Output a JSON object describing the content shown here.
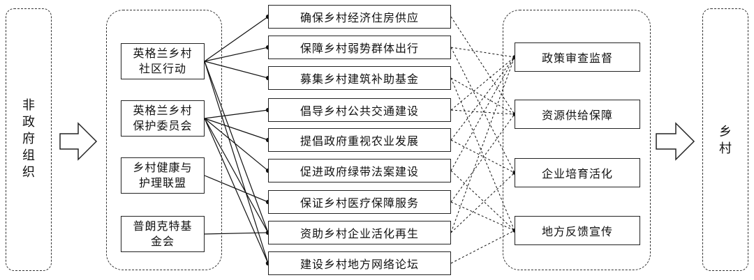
{
  "left_label": "非政府组织",
  "right_label": "乡村",
  "organizations": [
    {
      "id": "org1",
      "label": "英格兰乡村社区行动"
    },
    {
      "id": "org2",
      "label": "英格兰乡村保护委员会"
    },
    {
      "id": "org3",
      "label": "乡村健康与护理联盟"
    },
    {
      "id": "org4",
      "label": "普朗克特基金会"
    }
  ],
  "actions": [
    {
      "id": "a1",
      "label": "确保乡村经济住房供应"
    },
    {
      "id": "a2",
      "label": "保障乡村弱势群体出行"
    },
    {
      "id": "a3",
      "label": "募集乡村建筑补助基金"
    },
    {
      "id": "a4",
      "label": "倡导乡村公共交通建设"
    },
    {
      "id": "a5",
      "label": "提倡政府重视农业发展"
    },
    {
      "id": "a6",
      "label": "促进政府绿带法案建设"
    },
    {
      "id": "a7",
      "label": "保证乡村医疗保障服务"
    },
    {
      "id": "a8",
      "label": "资助乡村企业活化再生"
    },
    {
      "id": "a9",
      "label": "建设乡村地方网络论坛"
    }
  ],
  "mechanisms": [
    {
      "id": "m1",
      "label": "政策审查监督"
    },
    {
      "id": "m2",
      "label": "资源供给保障"
    },
    {
      "id": "m3",
      "label": "企业培育活化"
    },
    {
      "id": "m4",
      "label": "地方反馈宣传"
    }
  ],
  "org_action_links": [
    [
      "org1",
      "a1"
    ],
    [
      "org1",
      "a2"
    ],
    [
      "org1",
      "a3"
    ],
    [
      "org1",
      "a8"
    ],
    [
      "org1",
      "a9"
    ],
    [
      "org2",
      "a4"
    ],
    [
      "org2",
      "a5"
    ],
    [
      "org2",
      "a6"
    ],
    [
      "org2",
      "a8"
    ],
    [
      "org2",
      "a9"
    ],
    [
      "org3",
      "a7"
    ],
    [
      "org4",
      "a8"
    ]
  ],
  "action_mechanism_links": [
    [
      "a1",
      "m2"
    ],
    [
      "a2",
      "m1"
    ],
    [
      "a2",
      "m3"
    ],
    [
      "a3",
      "m2"
    ],
    [
      "a3",
      "m4"
    ],
    [
      "a4",
      "m1"
    ],
    [
      "a4",
      "m2"
    ],
    [
      "a5",
      "m1"
    ],
    [
      "a5",
      "m3"
    ],
    [
      "a6",
      "m1"
    ],
    [
      "a6",
      "m4"
    ],
    [
      "a7",
      "m2"
    ],
    [
      "a7",
      "m4"
    ],
    [
      "a8",
      "m3"
    ],
    [
      "a8",
      "m1"
    ],
    [
      "a9",
      "m4"
    ]
  ]
}
